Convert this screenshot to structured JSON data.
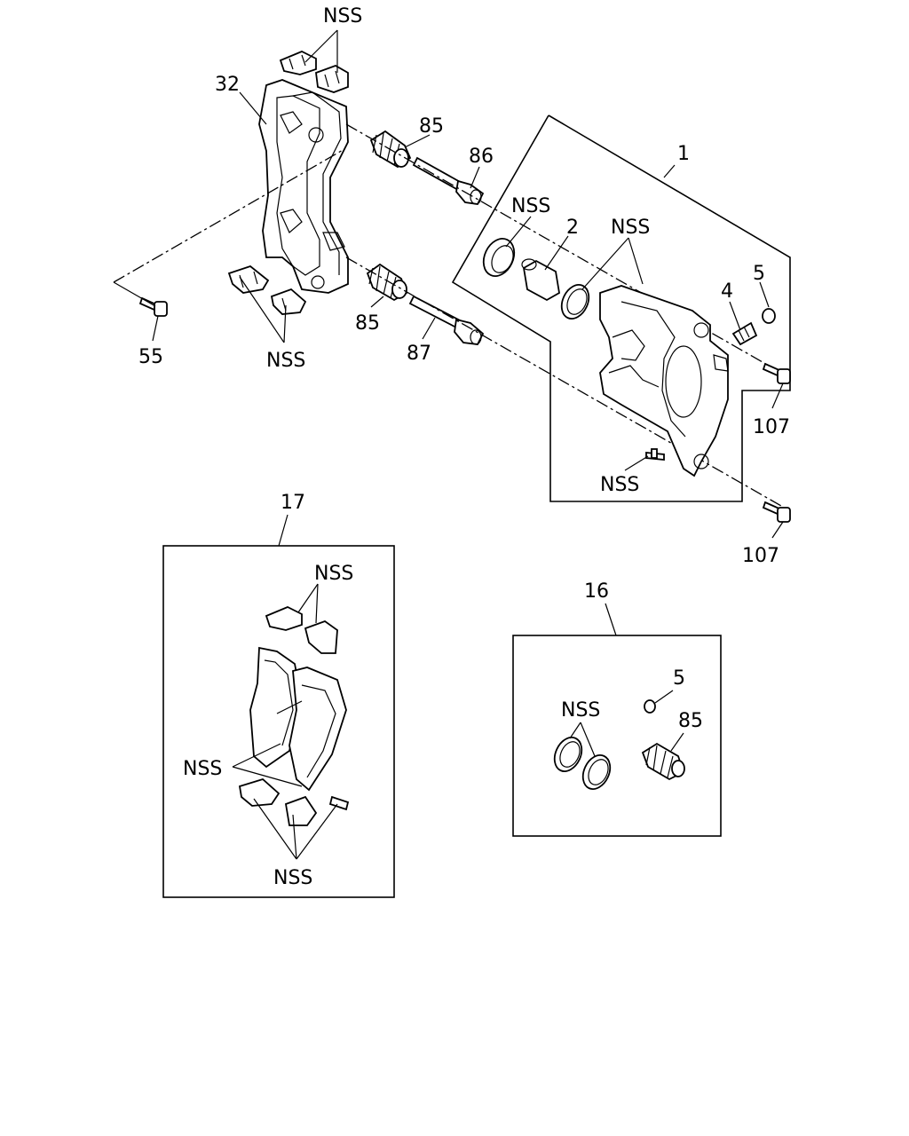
{
  "labels": {
    "nss_top": "NSS",
    "part_32": "32",
    "part_85_upper": "85",
    "part_86": "86",
    "part_1": "1",
    "nss_seal": "NSS",
    "part_2": "2",
    "nss_ring": "NSS",
    "part_5": "5",
    "part_4": "4",
    "part_55": "55",
    "nss_clips_left": "NSS",
    "part_85_lower": "85",
    "part_87": "87",
    "part_107_upper": "107",
    "nss_bolt": "NSS",
    "part_107_lower": "107",
    "part_17": "17",
    "nss_pad_clips_top": "NSS",
    "nss_pads": "NSS",
    "nss_pad_clips_bottom": "NSS",
    "part_16": "16",
    "part_5_kit": "5",
    "nss_kit_seals": "NSS",
    "part_85_kit": "85"
  }
}
